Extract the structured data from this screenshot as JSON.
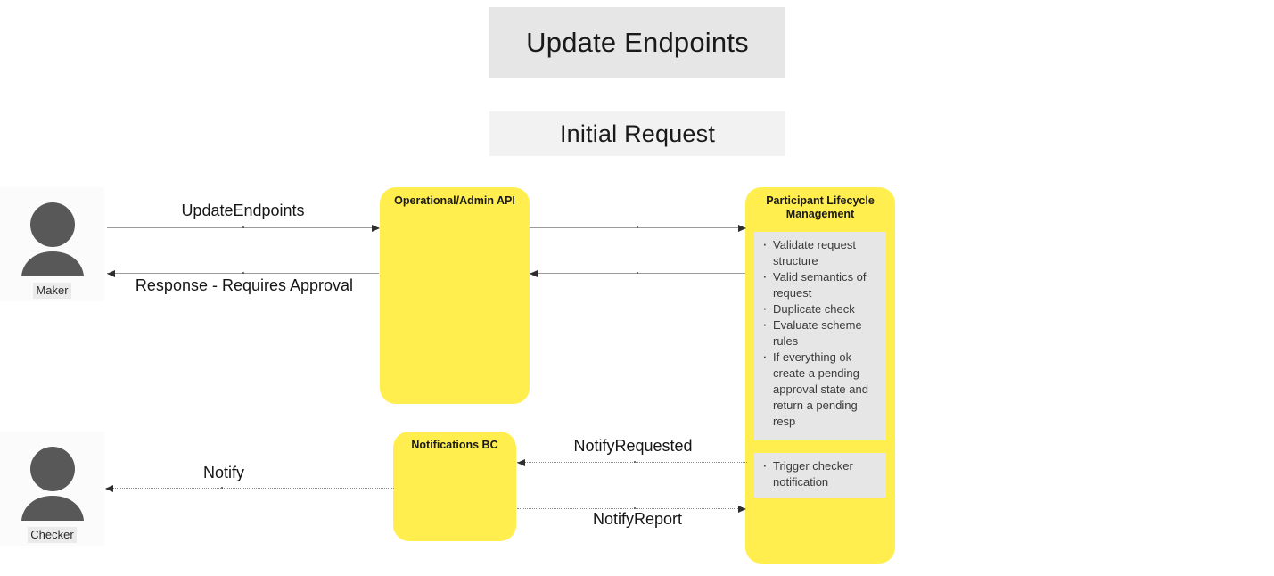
{
  "diagram": {
    "title": "Update Endpoints",
    "subtitle": "Initial Request",
    "colors": {
      "component_fill": "#ffee4d",
      "note_fill": "#e6e6e6",
      "title_bar_fill": "#e6e6e6",
      "subtitle_bar_fill": "#f2f2f2",
      "actor_fill": "#fbfbfb",
      "line": "#9b9b9b",
      "arrow_head": "#2e2e2e",
      "text": "#1a1a1a"
    }
  },
  "actors": [
    {
      "id": "maker",
      "label": "Maker",
      "icon": "person-icon"
    },
    {
      "id": "checker",
      "label": "Checker",
      "icon": "person-icon"
    }
  ],
  "components": [
    {
      "id": "operational-admin-api",
      "title": "Operational/Admin API"
    },
    {
      "id": "notifications-bc",
      "title": "Notifications BC"
    },
    {
      "id": "participant-lifecycle-management",
      "title": "Participant Lifecycle Management"
    }
  ],
  "notes": [
    {
      "id": "validation-note",
      "items": [
        "Validate request structure",
        "Valid semantics of request",
        "Duplicate check",
        "Evaluate scheme rules",
        "If everything ok create a pending approval state and return a pending resp"
      ]
    },
    {
      "id": "trigger-note",
      "items": [
        "Trigger checker notification"
      ]
    }
  ],
  "messages": [
    {
      "id": "update-endpoints",
      "label": "UpdateEndpoints",
      "from": "maker",
      "to": "operational-admin-api",
      "style": "solid",
      "direction": "right"
    },
    {
      "id": "api-to-plm-request",
      "label": "",
      "from": "operational-admin-api",
      "to": "participant-lifecycle-management",
      "style": "solid",
      "direction": "right"
    },
    {
      "id": "plm-to-api-response",
      "label": "",
      "from": "participant-lifecycle-management",
      "to": "operational-admin-api",
      "style": "solid",
      "direction": "left"
    },
    {
      "id": "response-requires-approval",
      "label": "Response - Requires Approval",
      "from": "operational-admin-api",
      "to": "maker",
      "style": "solid",
      "direction": "left"
    },
    {
      "id": "notify-requested",
      "label": "NotifyRequested",
      "from": "participant-lifecycle-management",
      "to": "notifications-bc",
      "style": "dotted",
      "direction": "left"
    },
    {
      "id": "notify",
      "label": "Notify",
      "from": "notifications-bc",
      "to": "checker",
      "style": "dotted",
      "direction": "left"
    },
    {
      "id": "notify-report",
      "label": "NotifyReport",
      "from": "notifications-bc",
      "to": "participant-lifecycle-management",
      "style": "dotted",
      "direction": "right"
    }
  ]
}
